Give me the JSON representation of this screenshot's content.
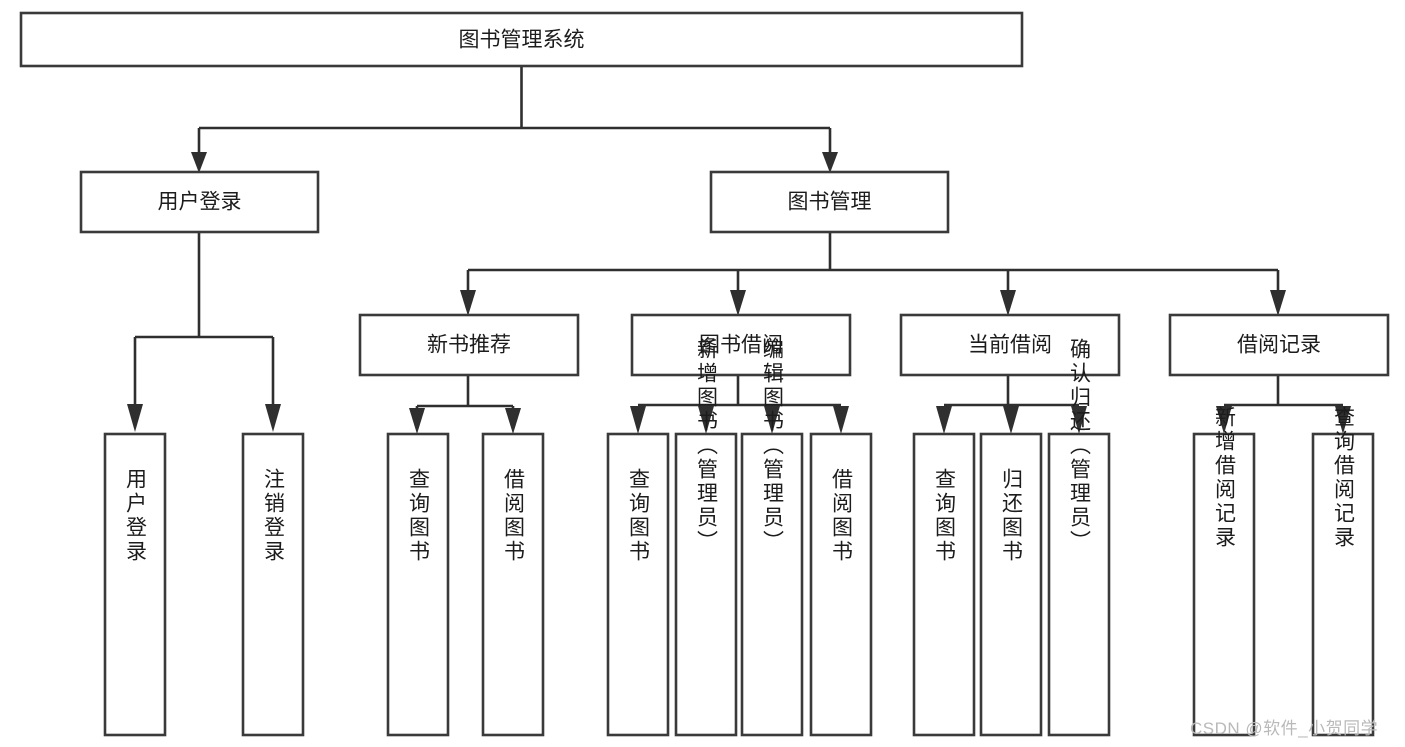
{
  "diagram": {
    "title": "图书管理系统",
    "type": "hierarchy-tree",
    "levels": 4,
    "colors": {
      "box_stroke": "#3a3a3a",
      "box_fill": "#ffffff",
      "connector": "#2f2f2f",
      "text": "#1c1c1c",
      "background": "#ffffff",
      "watermark": "#b9b9b9"
    }
  },
  "root": {
    "label": "图书管理系统"
  },
  "level2": [
    {
      "label": "用户登录"
    },
    {
      "label": "图书管理"
    }
  ],
  "level3": [
    {
      "label": "新书推荐"
    },
    {
      "label": "图书借阅"
    },
    {
      "label": "当前借阅"
    },
    {
      "label": "借阅记录"
    }
  ],
  "leaves": {
    "user_login": [
      {
        "label": "用户登录"
      },
      {
        "label": "注销登录"
      }
    ],
    "new_book_recommend": [
      {
        "label": "查询图书"
      },
      {
        "label": "借阅图书"
      }
    ],
    "book_borrow": [
      {
        "label": "查询图书"
      },
      {
        "label": "新增图书（管理员）"
      },
      {
        "label": "编辑图书（管理员）"
      },
      {
        "label": "借阅图书"
      }
    ],
    "current_borrow": [
      {
        "label": "查询图书"
      },
      {
        "label": "归还图书"
      },
      {
        "label": "确认归还（管理员）"
      }
    ],
    "borrow_record": [
      {
        "label": "新增借阅记录"
      },
      {
        "label": "查询借阅记录"
      }
    ]
  },
  "watermark": {
    "text": "CSDN @软件_小贺同学"
  }
}
